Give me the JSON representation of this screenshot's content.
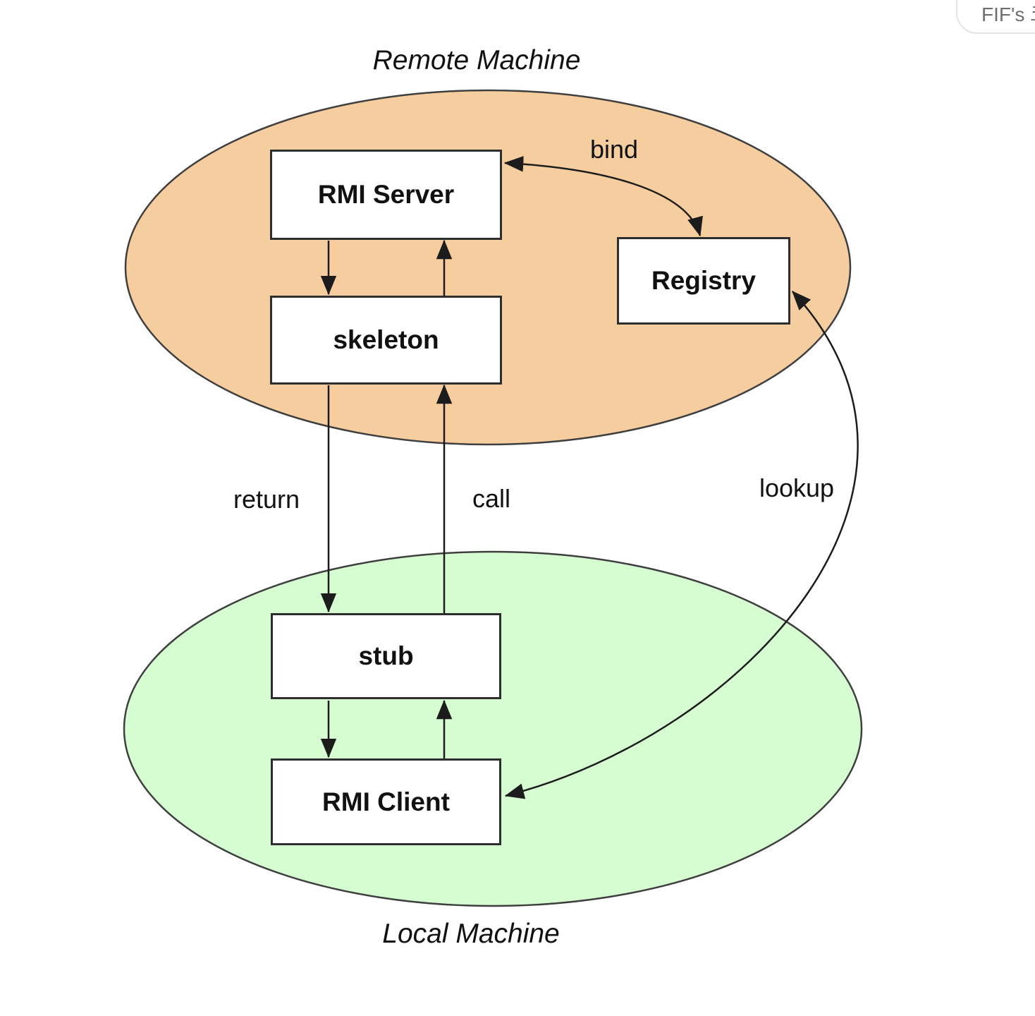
{
  "overlay": {
    "button_label": "FIF's 코"
  },
  "diagram": {
    "zones": [
      {
        "id": "remote-machine",
        "label": "Remote Machine",
        "fill": "#f6cd9e"
      },
      {
        "id": "local-machine",
        "label": "Local Machine",
        "fill": "#d6fdd1"
      }
    ],
    "nodes": [
      {
        "id": "rmi-server",
        "label": "RMI Server",
        "zone": "remote-machine"
      },
      {
        "id": "skeleton",
        "label": "skeleton",
        "zone": "remote-machine"
      },
      {
        "id": "registry",
        "label": "Registry",
        "zone": "remote-machine"
      },
      {
        "id": "stub",
        "label": "stub",
        "zone": "local-machine"
      },
      {
        "id": "rmi-client",
        "label": "RMI Client",
        "zone": "local-machine"
      }
    ],
    "edges": [
      {
        "from": "RMI Server",
        "to": "skeleton",
        "label": "",
        "arrowheads": "end"
      },
      {
        "from": "skeleton",
        "to": "RMI Server",
        "label": "",
        "arrowheads": "end"
      },
      {
        "from": "skeleton",
        "to": "stub",
        "label": "return",
        "arrowheads": "end"
      },
      {
        "from": "stub",
        "to": "skeleton",
        "label": "call",
        "arrowheads": "end"
      },
      {
        "from": "stub",
        "to": "RMI Client",
        "label": "",
        "arrowheads": "end"
      },
      {
        "from": "RMI Client",
        "to": "stub",
        "label": "",
        "arrowheads": "end"
      },
      {
        "from": "RMI Server",
        "to": "Registry",
        "label": "bind",
        "arrowheads": "both"
      },
      {
        "from": "RMI Client",
        "to": "Registry",
        "label": "lookup",
        "arrowheads": "both"
      }
    ]
  },
  "colors": {
    "background": "#ffffff",
    "remote_fill": "#f6cd9e",
    "local_fill": "#d6fdd1",
    "shape_stroke": "#3f3f3f",
    "box_border": "#2e2e2e",
    "arrow": "#1c1c1c",
    "text": "#111111",
    "pill_border": "#e3e3e3",
    "pill_text": "#6f6f6f"
  }
}
